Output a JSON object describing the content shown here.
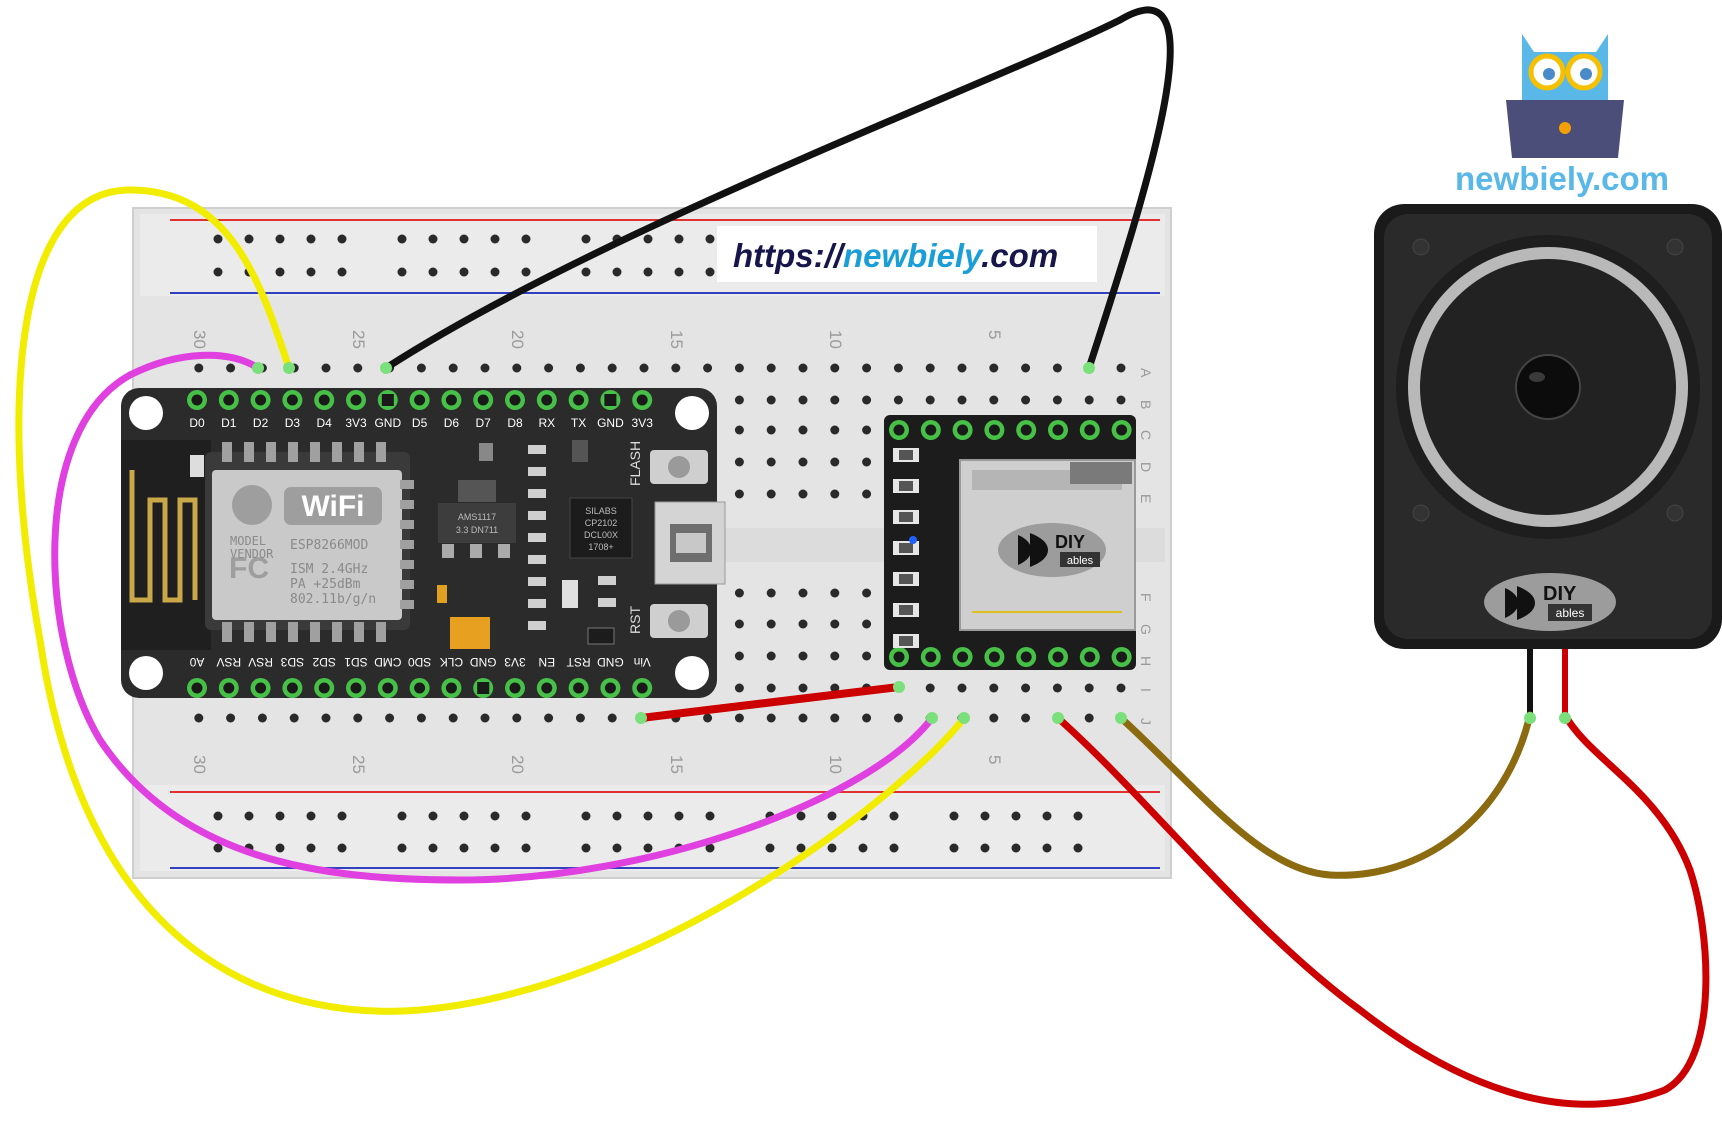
{
  "url_banner": {
    "prefix": "https://",
    "domain": "newbiely",
    "suffix": ".com"
  },
  "logo": {
    "text": "newbiely.com"
  },
  "breadboard": {
    "column_numbers": [
      "30",
      "25",
      "20",
      "15",
      "10",
      "5"
    ],
    "row_letters_top": [
      "A",
      "B",
      "C",
      "D",
      "E"
    ],
    "row_letters_bottom": [
      "F",
      "G",
      "H",
      "I",
      "J"
    ]
  },
  "esp8266": {
    "top_pins": [
      "D0",
      "D1",
      "D2",
      "D3",
      "D4",
      "3V3",
      "GND",
      "D5",
      "D6",
      "D7",
      "D8",
      "RX",
      "TX",
      "GND",
      "3V3"
    ],
    "bottom_pins": [
      "A0",
      "RSV",
      "RSV",
      "SD3",
      "SD2",
      "SD1",
      "CMD",
      "SD0",
      "CLK",
      "GND",
      "3V3",
      "EN",
      "RST",
      "GND",
      "Vin"
    ],
    "module_text": [
      "MODEL",
      "VENDOR",
      "ESP8266MOD",
      "ISM 2.4GHz",
      "PA  +25dBm",
      "802.11b/g/n"
    ],
    "wifi_text": "WiFi",
    "fc_text": "FC",
    "regulator_text": [
      "AMS1117",
      "3.3   DN711"
    ],
    "usb_chip_text": [
      "SILABS",
      "CP2102",
      "DCL00X",
      "1708+"
    ],
    "flash_label": "FLASH",
    "rst_label": "RST"
  },
  "mp3_module": {
    "brand_top": "DIY",
    "brand_bottom": "ables"
  },
  "speaker": {
    "brand_top": "DIY",
    "brand_bottom": "ables"
  },
  "colors": {
    "yellow_wire": "#f2ec00",
    "magenta_wire": "#e040e0",
    "black_wire": "#111111",
    "red_wire": "#cc0000",
    "brown_wire": "#8c6a10",
    "accent_blue": "#1a9ed8",
    "dark_navy": "#16164a"
  }
}
